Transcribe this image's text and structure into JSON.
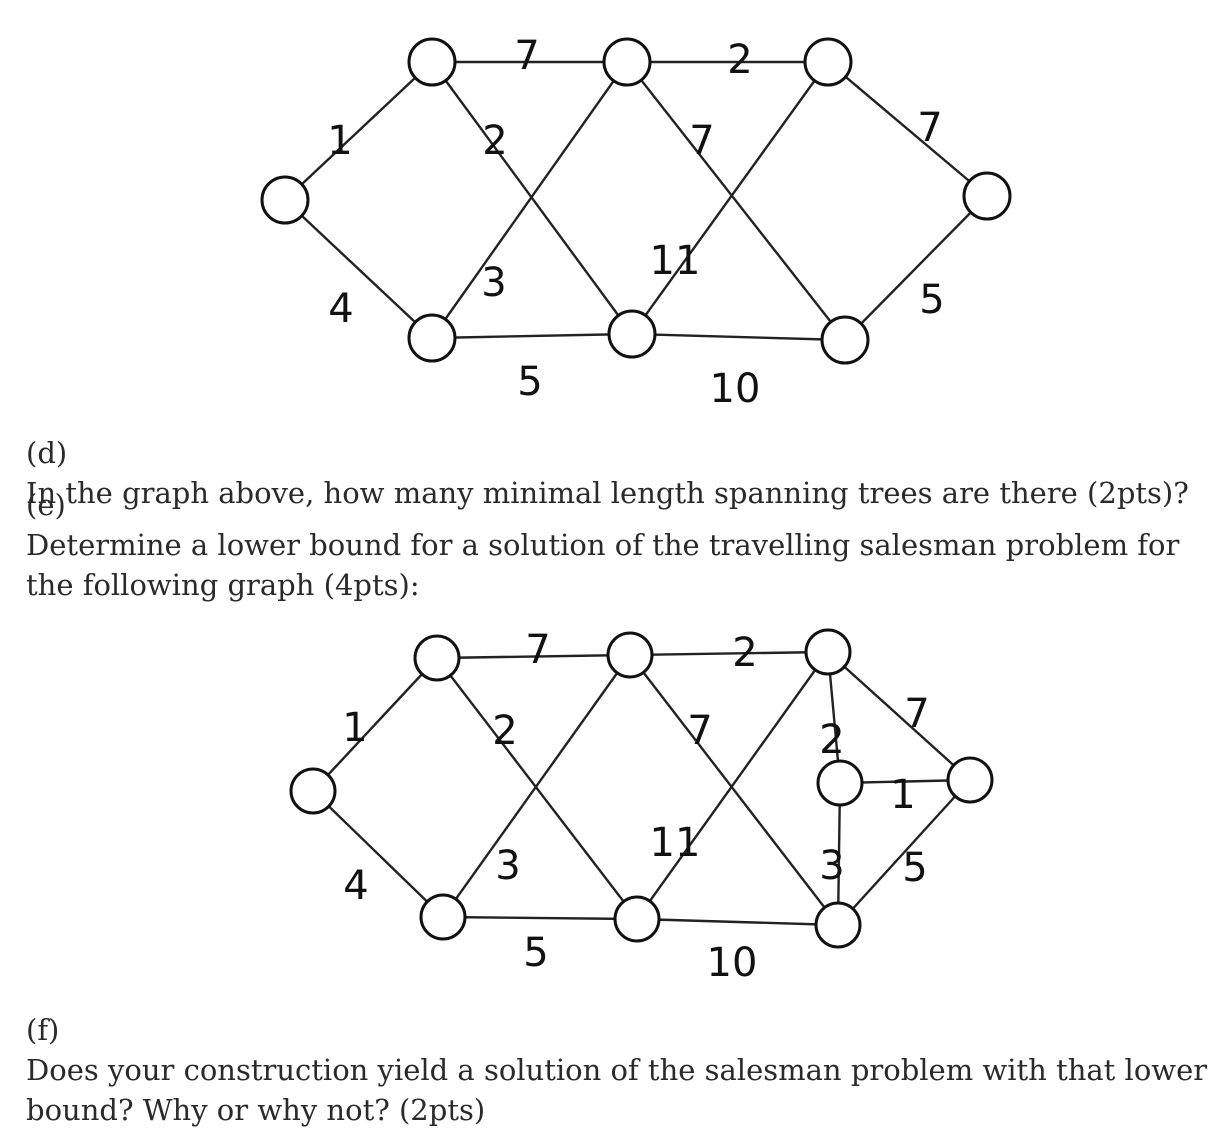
{
  "graph1": {
    "nodes": [
      "n1",
      "n2",
      "n3",
      "n4",
      "n5",
      "n6",
      "n7",
      "n8"
    ],
    "edges": [
      {
        "from": "n1",
        "to": "n2",
        "w": "1"
      },
      {
        "from": "n1",
        "to": "n3",
        "w": "4"
      },
      {
        "from": "n2",
        "to": "n4",
        "w": "7"
      },
      {
        "from": "n2",
        "to": "n5",
        "w": "2"
      },
      {
        "from": "n3",
        "to": "n4",
        "w": "3"
      },
      {
        "from": "n3",
        "to": "n5",
        "w": "5"
      },
      {
        "from": "n4",
        "to": "n6",
        "w": "2"
      },
      {
        "from": "n4",
        "to": "n7",
        "w": "7"
      },
      {
        "from": "n5",
        "to": "n6",
        "w": "11"
      },
      {
        "from": "n5",
        "to": "n7",
        "w": "10"
      },
      {
        "from": "n6",
        "to": "n8",
        "w": "7"
      },
      {
        "from": "n7",
        "to": "n8",
        "w": "5"
      }
    ]
  },
  "graph2": {
    "nodes": [
      "n1",
      "n2",
      "n3",
      "n4",
      "n5",
      "n6",
      "n7",
      "n8",
      "n9"
    ],
    "edges": [
      {
        "from": "n1",
        "to": "n2",
        "w": "1"
      },
      {
        "from": "n1",
        "to": "n3",
        "w": "4"
      },
      {
        "from": "n2",
        "to": "n4",
        "w": "7"
      },
      {
        "from": "n2",
        "to": "n5",
        "w": "2"
      },
      {
        "from": "n3",
        "to": "n4",
        "w": "3"
      },
      {
        "from": "n3",
        "to": "n5",
        "w": "5"
      },
      {
        "from": "n4",
        "to": "n6",
        "w": "2"
      },
      {
        "from": "n4",
        "to": "n7",
        "w": "7"
      },
      {
        "from": "n5",
        "to": "n6",
        "w": "11"
      },
      {
        "from": "n5",
        "to": "n7",
        "w": "10"
      },
      {
        "from": "n6",
        "to": "n9",
        "w": "2"
      },
      {
        "from": "n9",
        "to": "n7",
        "w": "3"
      },
      {
        "from": "n9",
        "to": "n8",
        "w": "1"
      },
      {
        "from": "n6",
        "to": "n8",
        "w": "7"
      },
      {
        "from": "n7",
        "to": "n8",
        "w": "5"
      }
    ]
  },
  "questions": {
    "d": {
      "tag": "(d)",
      "lines": [
        "In the graph above, how many minimal length spanning trees are there (2pts)?"
      ]
    },
    "e": {
      "tag": "(e)",
      "lines": [
        "Determine a lower bound for a solution of the travelling salesman problem for",
        "the following graph (4pts):"
      ]
    },
    "f": {
      "tag": "(f)",
      "lines": [
        "Does your construction yield a solution of the salesman problem with that lower",
        "bound? Why or why not? (2pts)"
      ]
    }
  }
}
